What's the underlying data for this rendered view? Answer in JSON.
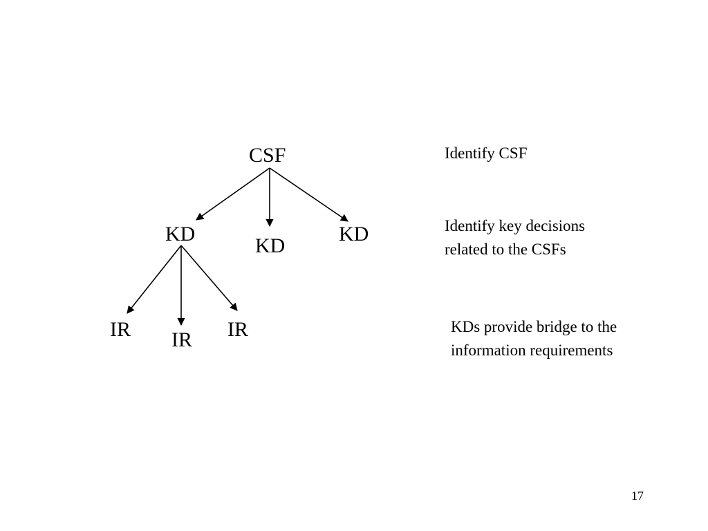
{
  "diagram": {
    "nodes": {
      "csf": "CSF",
      "kd_left": "KD",
      "kd_middle": "KD",
      "kd_right": "KD",
      "ir_left": "IR",
      "ir_middle": "IR",
      "ir_right": "IR"
    },
    "edges": [
      {
        "from": "csf",
        "to": "kd_left"
      },
      {
        "from": "csf",
        "to": "kd_middle"
      },
      {
        "from": "csf",
        "to": "kd_right"
      },
      {
        "from": "kd_left",
        "to": "ir_left"
      },
      {
        "from": "kd_left",
        "to": "ir_middle"
      },
      {
        "from": "kd_left",
        "to": "ir_right"
      }
    ]
  },
  "captions": {
    "identify_csf": [
      "Identify CSF"
    ],
    "identify_kd": [
      "Identify key decisions",
      "related to the CSFs"
    ],
    "kd_bridge": [
      "KDs provide bridge to the",
      "information requirements"
    ]
  },
  "page_number": "17",
  "colors": {
    "text": "#000000",
    "background": "#ffffff"
  }
}
